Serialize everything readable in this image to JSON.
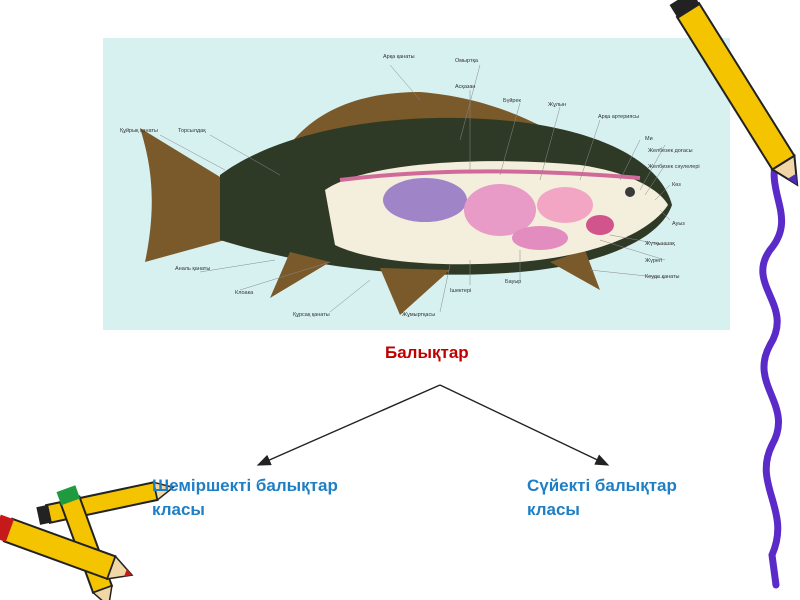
{
  "diagram": {
    "title": "Балықтар",
    "left_branch": [
      "Шеміршекті балықтар",
      "класы"
    ],
    "right_branch": [
      "Сүйекті балықтар",
      "класы"
    ]
  },
  "fish_labels": [
    "Арқа қанаты",
    "Омыртқа",
    "Асқазан",
    "Бүйрек",
    "Жұлын",
    "Арқа артериясы",
    "Құйрық қанаты",
    "Торсылдақ",
    "Ми",
    "Желбезек доғасы",
    "Желбезек сәулелері",
    "Көз",
    "Ауыз",
    "Жүтқыншақ",
    "Жүрегі",
    "Кеуде қанаты",
    "Бауыр",
    "Ішектері",
    "Аналь қанаты",
    "Клоака",
    "Құрсақ қанаты",
    "Жұмыртқасы"
  ],
  "colors": {
    "title": "#c00000",
    "branch": "#1f7fc4",
    "fish_background": "#d7f1f1"
  }
}
